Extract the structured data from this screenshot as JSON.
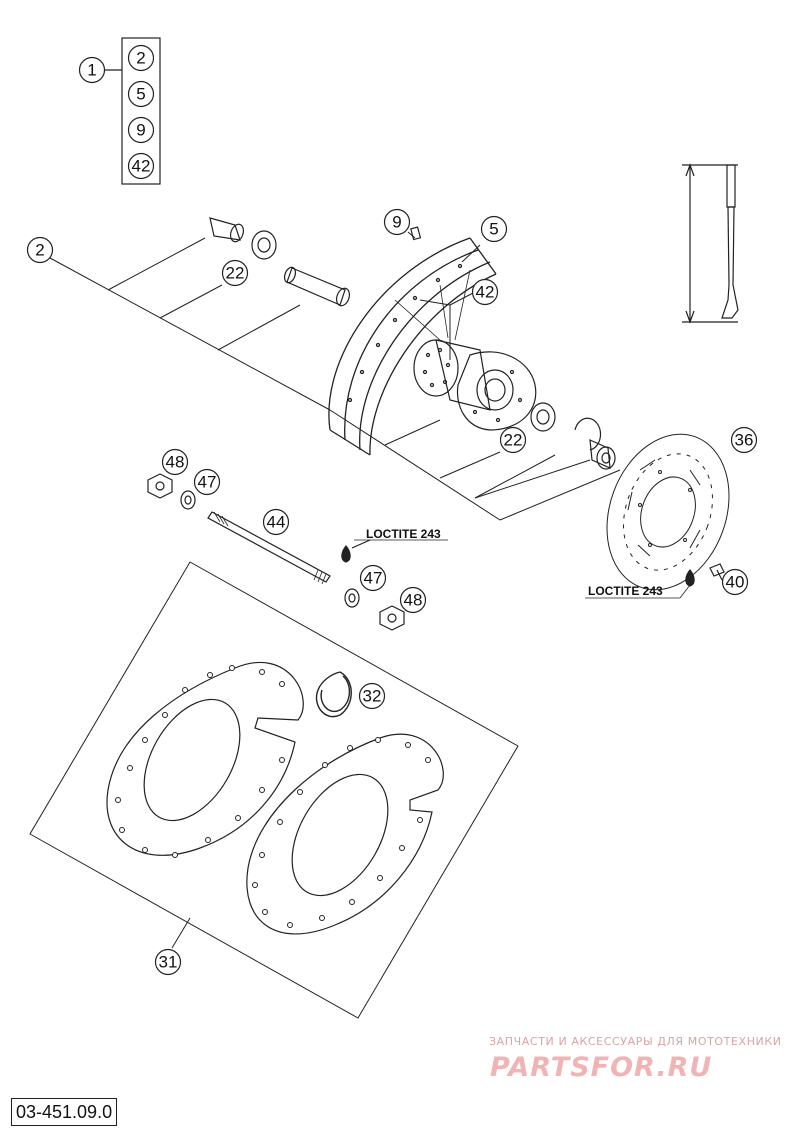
{
  "kit": {
    "label": "1",
    "items": [
      "2",
      "5",
      "9",
      "42"
    ]
  },
  "callouts": [
    {
      "id": "c2",
      "text": "2"
    },
    {
      "id": "c22a",
      "text": "22"
    },
    {
      "id": "c9",
      "text": "9"
    },
    {
      "id": "c5",
      "text": "5"
    },
    {
      "id": "c42",
      "text": "42"
    },
    {
      "id": "c22b",
      "text": "22"
    },
    {
      "id": "c36",
      "text": "36"
    },
    {
      "id": "c48a",
      "text": "48"
    },
    {
      "id": "c47a",
      "text": "47"
    },
    {
      "id": "c44",
      "text": "44"
    },
    {
      "id": "c47b",
      "text": "47"
    },
    {
      "id": "c48b",
      "text": "48"
    },
    {
      "id": "c40",
      "text": "40"
    },
    {
      "id": "c32",
      "text": "32"
    },
    {
      "id": "c31",
      "text": "31"
    }
  ],
  "loctite": [
    "LOCTITE 243",
    "LOCTITE 243"
  ],
  "doc_number": "03-451.09.0",
  "watermark": {
    "tagline": "ЗАПЧАСТИ И АКСЕССУАРЫ ДЛЯ МОТОТЕХНИКИ",
    "brand": "PARTSFOR.RU"
  }
}
